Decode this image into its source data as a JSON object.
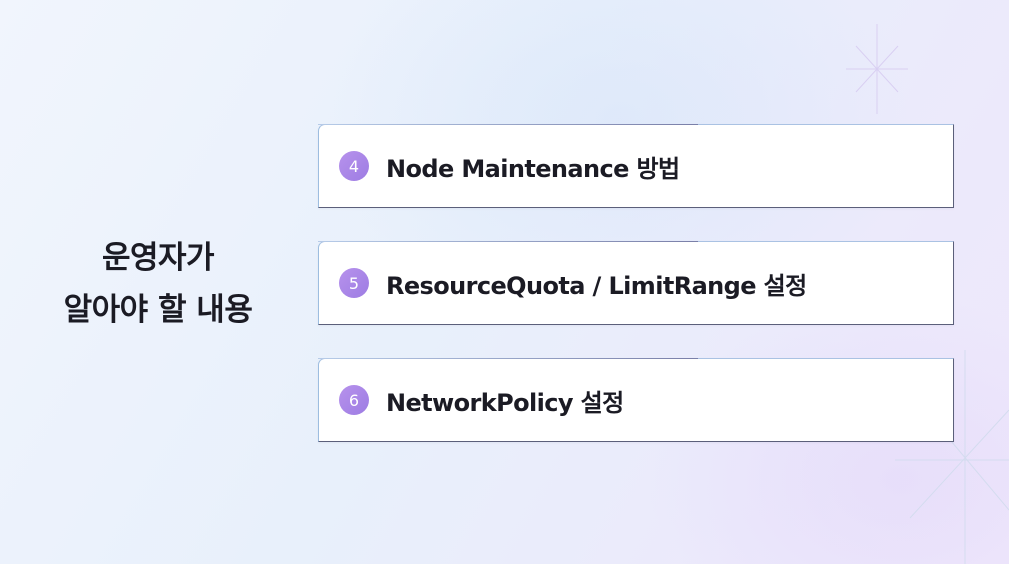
{
  "heading": {
    "line1": "운영자가",
    "line2": "알아야 할 내용"
  },
  "items": [
    {
      "number": "4",
      "label": "Node Maintenance 방법"
    },
    {
      "number": "5",
      "label": "ResourceQuota / LimitRange 설정"
    },
    {
      "number": "6",
      "label": "NetworkPolicy 설정"
    }
  ],
  "colors": {
    "badge": "#a987e8",
    "text": "#1b1b24",
    "card_background": "#ffffff",
    "card_border": "#5b5f7a"
  },
  "icons": {
    "decoration_top": "sparkle-icon",
    "decoration_bottom": "sparkle-icon"
  }
}
